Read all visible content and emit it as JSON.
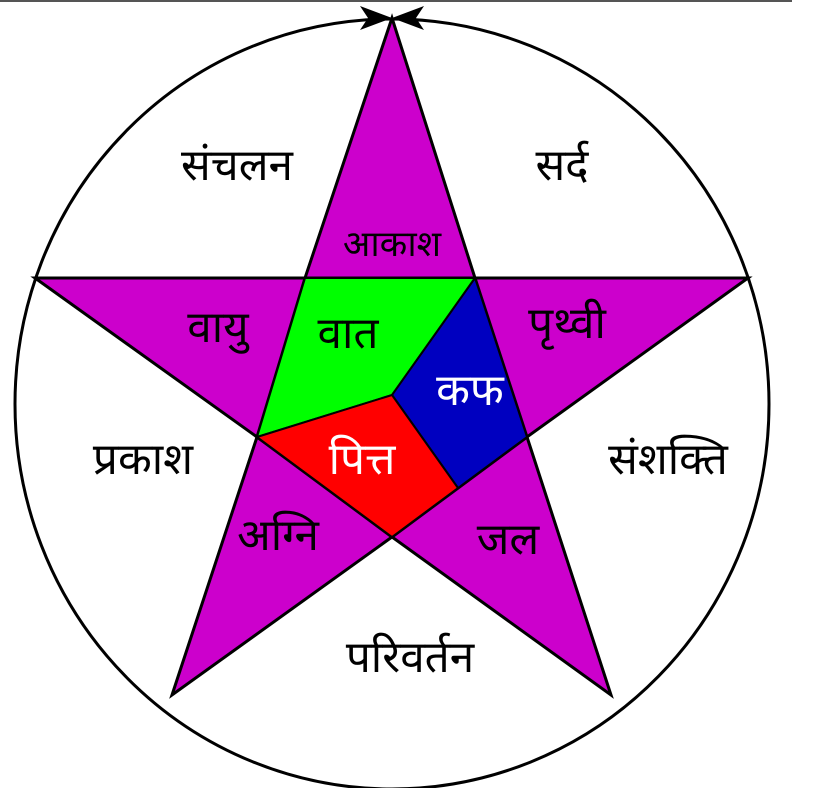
{
  "colors": {
    "star": "#cc00cc",
    "vata": "#00ff00",
    "kapha": "#0000c0",
    "pitta": "#ff0000",
    "outline": "#000000"
  },
  "outer_labels": {
    "top_left": "संचलन",
    "top_right": "सर्द",
    "left": "प्रकाश",
    "right": "संशक्ति",
    "bottom": "परिवर्तन"
  },
  "star_labels": {
    "top": "आकाश",
    "left": "वायु",
    "right": "पृथ्वी",
    "bottom_left": "अग्नि",
    "bottom_right": "जल"
  },
  "dosha_labels": {
    "vata": "वात",
    "kapha": "कफ",
    "pitta": "पित्त"
  }
}
